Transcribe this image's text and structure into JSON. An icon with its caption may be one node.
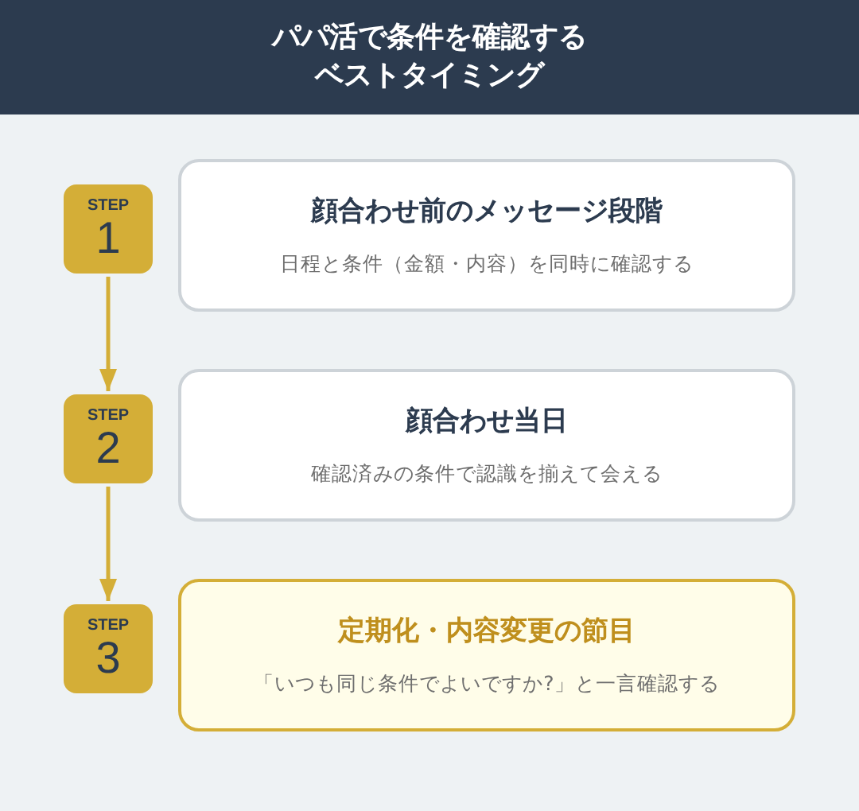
{
  "diagram": {
    "title": "パパ活で条件を確認するベストタイミング",
    "nodes": [
      {
        "text": [
          "STEP",
          "1"
        ]
      },
      {
        "text": [
          "顔合わせ前のメッセージ段階",
          "日程と条件（金額・内容）を同時に確認する"
        ]
      },
      {
        "text": [
          "STEP",
          "2"
        ]
      },
      {
        "text": [
          "顔合わせ当日",
          "確認済みの条件で認識を揃えて会える"
        ]
      },
      {
        "text": [
          "STEP",
          "3"
        ]
      },
      {
        "text": [
          "定期化・内容変更の節目",
          "「いつも同じ条件でよいですか?」と一言確認する"
        ]
      }
    ],
    "edges": [
      {
        "from": 0,
        "to": 2,
        "arrow": "to"
      },
      {
        "from": 2,
        "to": 4,
        "arrow": "to"
      }
    ]
  }
}
